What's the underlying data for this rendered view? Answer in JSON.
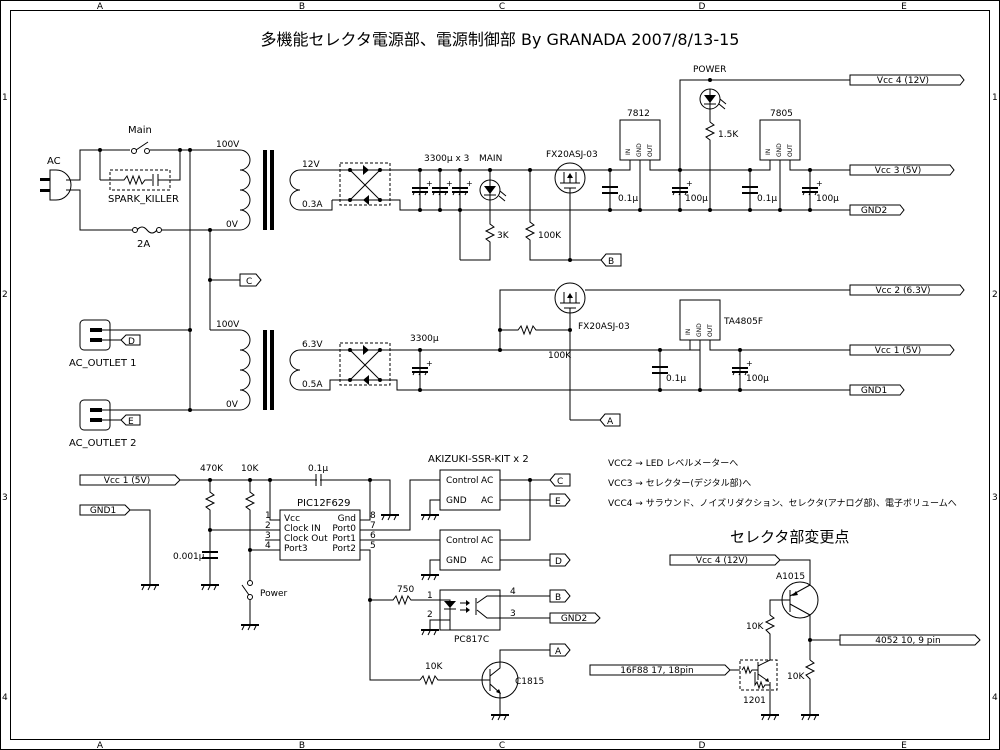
{
  "title": "多機能セレクタ電源部、電源制御部 By GRANADA 2007/8/13-15",
  "frame": {
    "columns": [
      "A",
      "B",
      "C",
      "D",
      "E"
    ],
    "rows": [
      "1",
      "2",
      "3",
      "4"
    ]
  },
  "ac_input": {
    "plug_label": "AC",
    "switch_label": "Main",
    "spark_killer_label": "SPARK_KILLER",
    "fuse_label": "2A"
  },
  "transformer1": {
    "primary_top": "100V",
    "primary_bottom": "0V",
    "secondary_top": "12V",
    "secondary_bottom": "0.3A"
  },
  "transformer2": {
    "primary_top": "100V",
    "primary_bottom": "0V",
    "secondary_top": "6.3V",
    "secondary_bottom": "0.5A"
  },
  "outlets": [
    {
      "label": "AC_OUTLET 1",
      "connector": "D"
    },
    {
      "label": "AC_OUTLET 2",
      "connector": "E"
    }
  ],
  "connector_c": "C",
  "upper_supply": {
    "caps_label": "3300μ x 3",
    "led_label": "MAIN",
    "r_led": "3K",
    "r_gate": "100K",
    "fet_label": "FX20ASJ-03",
    "connector_b": "B",
    "c1": "0.1μ",
    "c2": "100μ",
    "c3": "0.1μ",
    "c4": "100μ",
    "reg1": "7812",
    "reg2": "7805",
    "power_led": "POWER",
    "r_power": "1.5K",
    "pin_in": "IN",
    "pin_gnd": "GND",
    "pin_out": "OUT"
  },
  "lower_supply": {
    "cap_label": "3300μ",
    "fet_label": "FX20ASJ-03",
    "r_gate": "100K",
    "connector_a": "A",
    "reg": "TA4805F",
    "c1": "0.1μ",
    "c2": "100μ"
  },
  "nets": {
    "vcc4": "Vcc 4 (12V)",
    "vcc3": "Vcc 3 (5V)",
    "gnd2": "GND2",
    "vcc2": "Vcc 2 (6.3V)",
    "vcc1": "Vcc 1 (5V)",
    "gnd1": "GND1"
  },
  "control": {
    "vcc_in": "Vcc 1 (5V)",
    "gnd_in": "GND1",
    "r1": "470K",
    "r2": "10K",
    "c_bypass": "0.1μ",
    "c_osc": "0.001μ",
    "switch_label": "Power",
    "mcu": "PIC12F629",
    "mcu_left_pins": [
      {
        "num": "1",
        "name": "Vcc"
      },
      {
        "num": "2",
        "name": "Clock IN"
      },
      {
        "num": "3",
        "name": "Clock Out"
      },
      {
        "num": "4",
        "name": "Port3"
      }
    ],
    "mcu_right_pins": [
      {
        "num": "8",
        "name": "Gnd"
      },
      {
        "num": "7",
        "name": "Port0"
      },
      {
        "num": "6",
        "name": "Port1"
      },
      {
        "num": "5",
        "name": "Port2"
      }
    ],
    "ssr_title": "AKIZUKI-SSR-KIT x 2",
    "ssr_control": "Control",
    "ssr_gnd": "GND",
    "ssr_ac": "AC",
    "ssr1_out_top": "C",
    "ssr1_out_bottom": "E",
    "ssr2_out_bottom": "D",
    "r_opto": "750",
    "opto": "PC817C",
    "opto_pins": [
      "1",
      "2",
      "3",
      "4"
    ],
    "opto_out_b": "B",
    "opto_out_gnd": "GND2",
    "r_base": "10K",
    "transistor": "C1815",
    "tr_out": "A"
  },
  "notes": [
    "VCC2 → LED レベルメーターへ",
    "VCC3 → セレクター(デジタル部)へ",
    "VCC4 → サラウンド、ノイズリダクション、セレクタ(アナログ部)、電子ボリュームへ"
  ],
  "selector_change": {
    "heading": "セレクタ部変更点",
    "vcc_in": "Vcc 4 (12V)",
    "pnp": "A1015",
    "r_base": "10K",
    "r_pull": "10K",
    "out_net": "4052 10, 9 pin",
    "in_net": "16F88 17, 18pin",
    "dtr": "1201"
  }
}
